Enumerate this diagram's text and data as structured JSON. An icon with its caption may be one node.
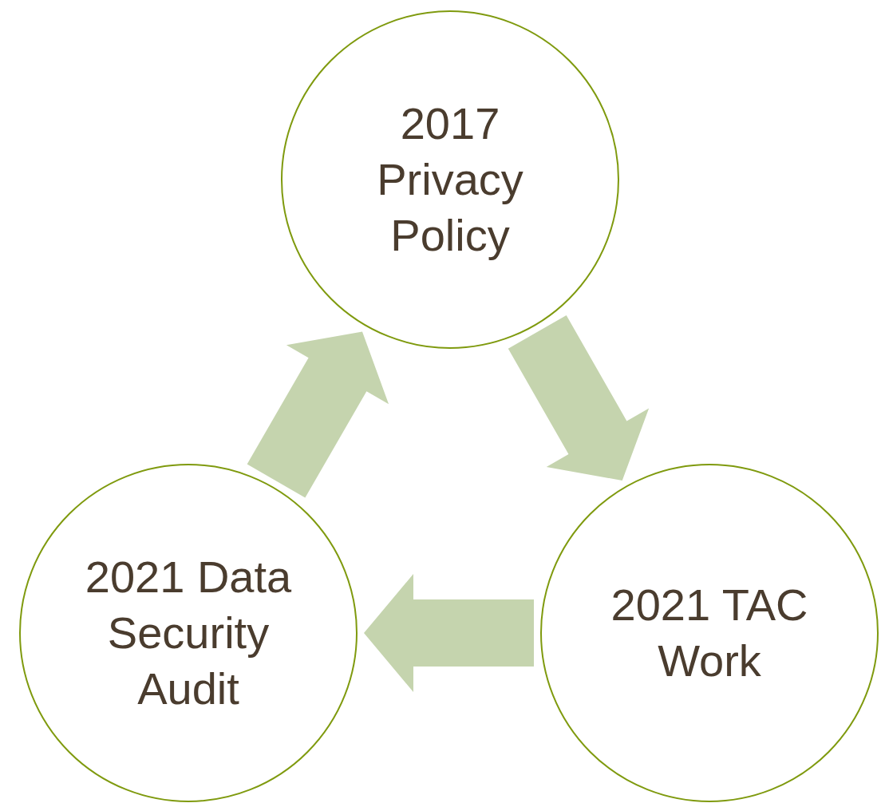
{
  "diagram": {
    "nodes": [
      {
        "text": [
          "2017 Privacy Policy"
        ]
      },
      {
        "text": [
          "2021 TAC Work"
        ]
      },
      {
        "text": [
          "2021 Data Security Audit"
        ]
      }
    ],
    "edges": [
      {
        "from": 0,
        "to": 1,
        "arrow": "to"
      },
      {
        "from": 1,
        "to": 2,
        "arrow": "to"
      },
      {
        "from": 2,
        "to": 0,
        "arrow": "to"
      }
    ]
  }
}
